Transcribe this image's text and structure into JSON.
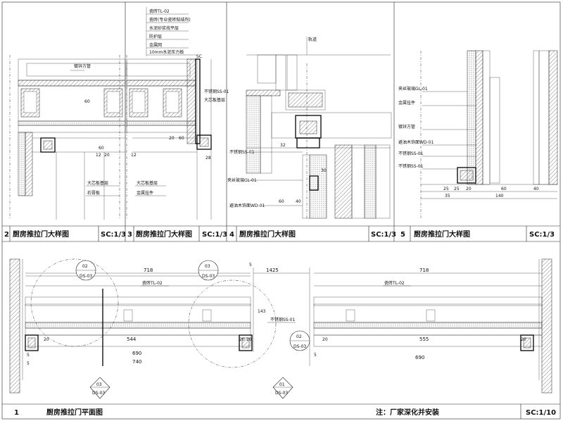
{
  "frame_labels": [
    {
      "num": "2",
      "title": "厨房推拉门大样图",
      "scale": "SC:1/3"
    },
    {
      "num": "3",
      "title": "厨房推拉门大样图",
      "scale": "SC:1/3"
    },
    {
      "num": "4",
      "title": "厨房推拉门大样图",
      "scale": "SC:1/3"
    },
    {
      "num": "5",
      "title": "厨房推拉门大样图",
      "scale": "SC:1/3"
    }
  ],
  "bottom_title": {
    "num": "1",
    "title": "厨房推拉门平面图",
    "note": "注：厂家深化并安装",
    "scale": "SC:1/10"
  },
  "detail2": {
    "label_top": "镀锌方管",
    "label_right1": "不锈钢SS-01",
    "label_right2": "大芯板基层",
    "label_bottom1": "大芯板基层",
    "label_bottom2": "石膏板",
    "dims": [
      "60",
      "60",
      "20",
      "12"
    ]
  },
  "detail3": {
    "legend": [
      "瓷砖TL-02",
      "瓷砖(专业瓷砖粘结剂)",
      "水泥砂浆找平层",
      "防护层",
      "金属网",
      "10mm水泥压力板"
    ],
    "label_bottom1": "大芯板基层",
    "label_bottom2": "金属挂件",
    "label_right1": "不锈钢SS-01",
    "label_right2": "大芯板基层",
    "sc_mark": "SC",
    "dims": [
      "20",
      "60",
      "28",
      "12"
    ]
  },
  "detail4": {
    "label_top": "轨道",
    "label_left1": "不锈钢SS-01",
    "label_left2": "夹丝玻璃GL-01",
    "label_left3": "避油木饰面WD-01",
    "dims": [
      "32",
      "60",
      "40",
      "30"
    ]
  },
  "detail5": {
    "labels": [
      "夹丝玻璃GL-01",
      "金属挂件",
      "镀锌方管",
      "避油木饰面WD-01",
      "不锈钢SS-01",
      "不锈钢SS-01"
    ],
    "dims": [
      "25",
      "25",
      "20",
      "60",
      "40",
      "35",
      "140"
    ]
  },
  "plan": {
    "callouts": [
      {
        "num": "02",
        "sheet": "DS-03"
      },
      {
        "num": "03",
        "sheet": "DS-03"
      },
      {
        "num": "02",
        "sheet": "DS-03"
      },
      {
        "num": "03",
        "sheet": "DS-03"
      },
      {
        "num": "01",
        "sheet": "DS-03"
      }
    ],
    "dims_left": [
      "718",
      "544",
      "690",
      "740",
      "20",
      "20",
      "20",
      "5",
      "5"
    ],
    "dims_right": [
      "718",
      "555",
      "690",
      "20",
      "20",
      "5"
    ],
    "center_dims": [
      "1425",
      "143",
      "5"
    ],
    "label_tile_left": "瓷砖TL-02",
    "label_tile_right": "瓷砖TL-02",
    "label_ss": "不锈钢SS-01"
  }
}
